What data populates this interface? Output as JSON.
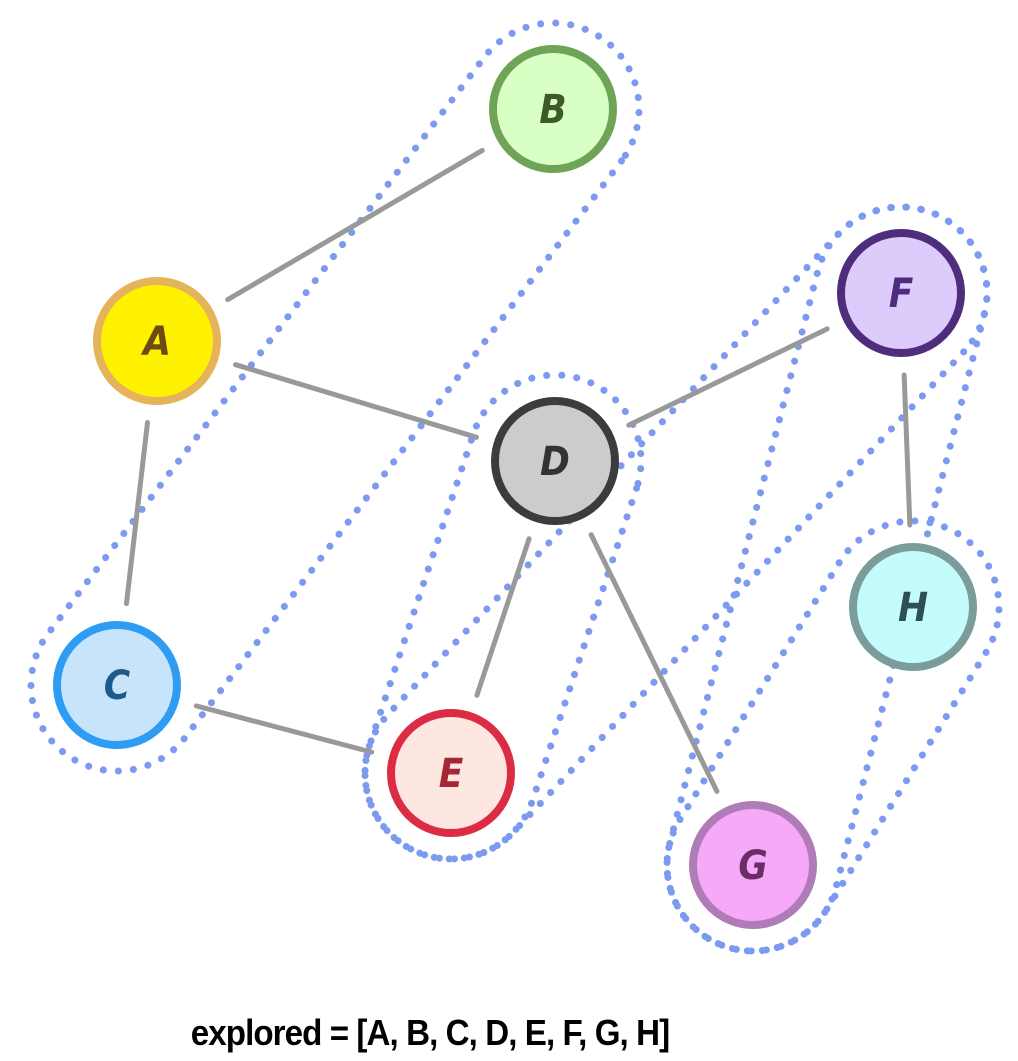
{
  "nodes": [
    {
      "id": "A",
      "label": "A",
      "fill": "#fff200",
      "stroke": "#e5b45a",
      "text": "#6b4b12"
    },
    {
      "id": "B",
      "label": "B",
      "fill": "#d8ffc4",
      "stroke": "#6fa356",
      "text": "#3d5a28"
    },
    {
      "id": "C",
      "label": "C",
      "fill": "#c8e4fb",
      "stroke": "#2e9cf2",
      "text": "#1e5a8a"
    },
    {
      "id": "D",
      "label": "D",
      "fill": "#cccccc",
      "stroke": "#3c3c3c",
      "text": "#333333"
    },
    {
      "id": "E",
      "label": "E",
      "fill": "#fee6e1",
      "stroke": "#dc2c44",
      "text": "#a32834"
    },
    {
      "id": "F",
      "label": "F",
      "fill": "#ddcbfb",
      "stroke": "#4e2e7c",
      "text": "#4e2e7c"
    },
    {
      "id": "G",
      "label": "G",
      "fill": "#f6a9f9",
      "stroke": "#b07cb8",
      "text": "#6a2d66"
    },
    {
      "id": "H",
      "label": "H",
      "fill": "#c4fbfb",
      "stroke": "#7a9c9c",
      "text": "#2d4f55"
    }
  ],
  "edges": [
    {
      "from": "A",
      "to": "B"
    },
    {
      "from": "A",
      "to": "D"
    },
    {
      "from": "A",
      "to": "C"
    },
    {
      "from": "C",
      "to": "E"
    },
    {
      "from": "D",
      "to": "E"
    },
    {
      "from": "D",
      "to": "F"
    },
    {
      "from": "D",
      "to": "G"
    },
    {
      "from": "F",
      "to": "H"
    }
  ],
  "groups": [
    [
      "B",
      "C"
    ],
    [
      "D",
      "E"
    ],
    [
      "F",
      "E"
    ],
    [
      "F",
      "G"
    ],
    [
      "H",
      "G"
    ]
  ],
  "colors": {
    "edge": "#999999",
    "group_outline": "#7b9af0"
  },
  "caption": "explored = [A, B, C, D, E, F, G, H]"
}
